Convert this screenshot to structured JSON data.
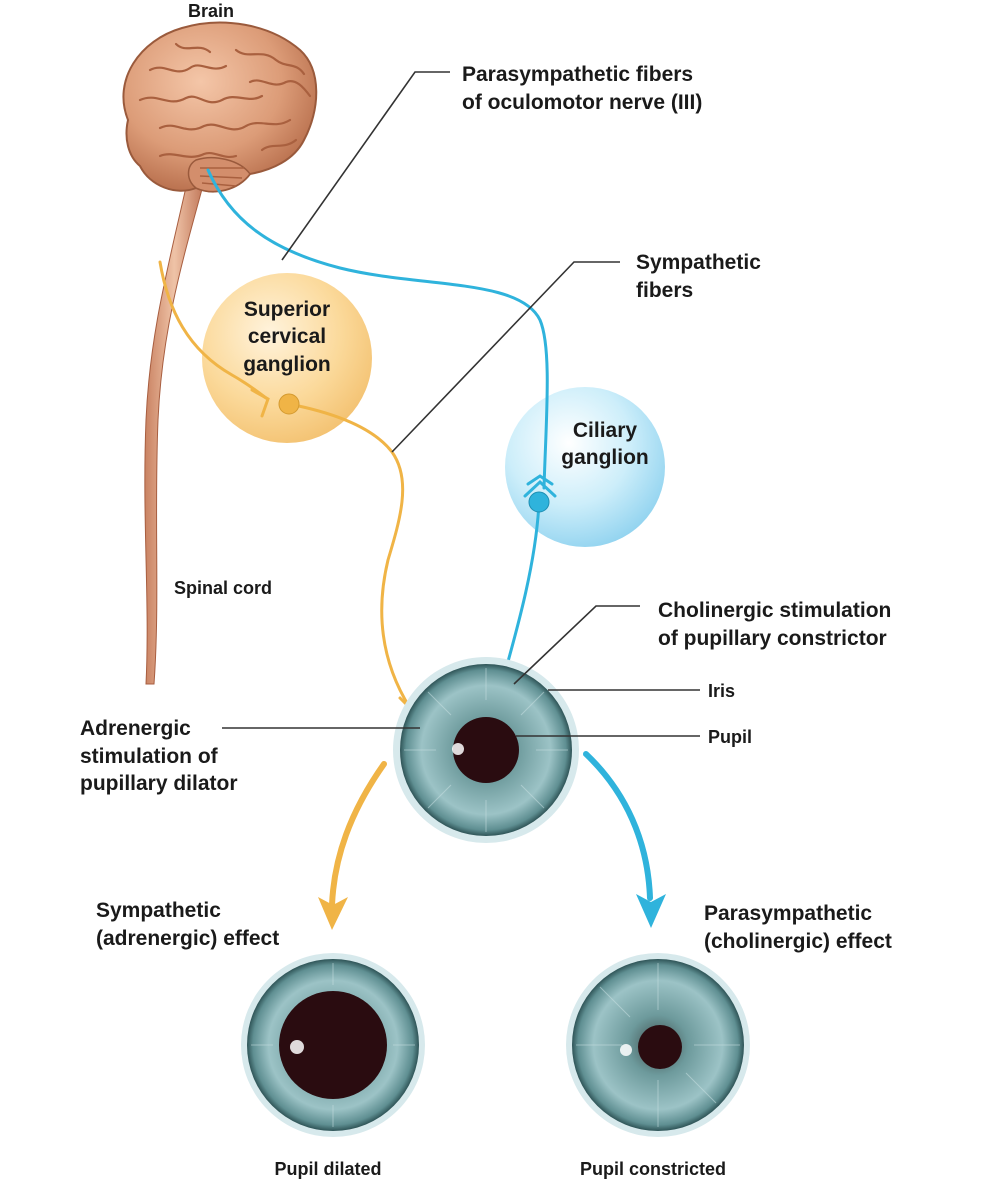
{
  "labels": {
    "brain": "Brain",
    "parasympathetic_fibers": [
      "Parasympathetic fibers",
      "of oculomotor nerve (III)"
    ],
    "sympathetic_fibers": [
      "Sympathetic",
      "fibers"
    ],
    "superior_cervical_ganglion": [
      "Superior",
      "cervical",
      "ganglion"
    ],
    "ciliary_ganglion": [
      "Ciliary",
      "ganglion"
    ],
    "spinal_cord": "Spinal cord",
    "cholinergic_stimulation": [
      "Cholinergic stimulation",
      "of pupillary constrictor"
    ],
    "iris": "Iris",
    "pupil": "Pupil",
    "adrenergic_stimulation": [
      "Adrenergic",
      "stimulation of",
      "pupillary dilator"
    ],
    "sympathetic_effect": [
      "Sympathetic",
      "(adrenergic) effect"
    ],
    "parasympathetic_effect": [
      "Parasympathetic",
      "(cholinergic) effect"
    ],
    "pupil_dilated": "Pupil dilated",
    "pupil_constricted": "Pupil constricted"
  },
  "colors": {
    "sympathetic": "#f0b446",
    "parasympathetic": "#2fb3dc",
    "brain": "#dc9c78",
    "iris": "#5f8f92",
    "pupil": "#2a0c10",
    "leader_line": "#333333"
  },
  "icons": [
    "brain-illustration",
    "eye-illustration"
  ]
}
